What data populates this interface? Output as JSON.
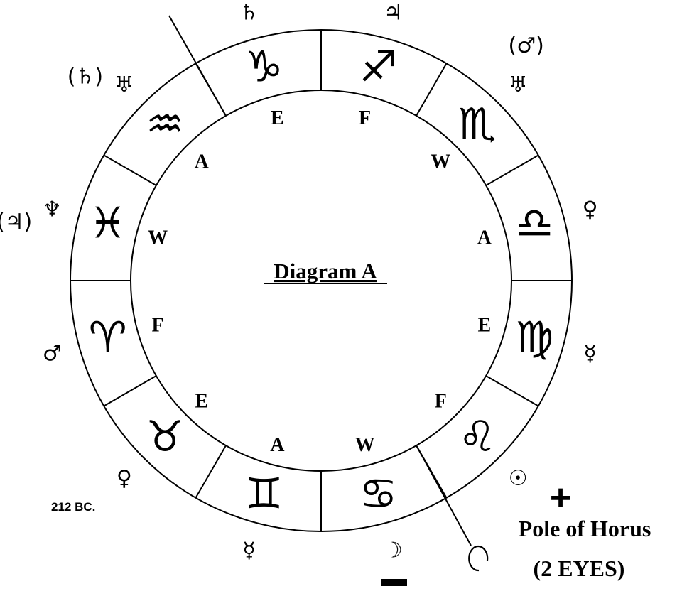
{
  "title": "Diagram A",
  "date_label": "212 BC.",
  "pole_label": "Pole of Horus",
  "eyes_label": "(2 EYES)",
  "plus_sign": "+",
  "minus_sign": "−",
  "signs": [
    {
      "name": "capricorn",
      "glyph": "♑",
      "element": "E",
      "ruler": "♄",
      "alt_ruler": ""
    },
    {
      "name": "sagittarius",
      "glyph": "♐",
      "element": "F",
      "ruler": "♃",
      "alt_ruler": ""
    },
    {
      "name": "scorpio",
      "glyph": "♏",
      "element": "W",
      "ruler": "♅",
      "alt_ruler": "(♂)"
    },
    {
      "name": "libra",
      "glyph": "♎",
      "element": "A",
      "ruler": "♀",
      "alt_ruler": ""
    },
    {
      "name": "virgo",
      "glyph": "♍",
      "element": "E",
      "ruler": "☿",
      "alt_ruler": ""
    },
    {
      "name": "leo",
      "glyph": "♌",
      "element": "F",
      "ruler": "☉",
      "alt_ruler": ""
    },
    {
      "name": "cancer",
      "glyph": "♋",
      "element": "W",
      "ruler": "☽",
      "alt_ruler": ""
    },
    {
      "name": "gemini",
      "glyph": "♊",
      "element": "A",
      "ruler": "☿",
      "alt_ruler": ""
    },
    {
      "name": "taurus",
      "glyph": "♉",
      "element": "E",
      "ruler": "♀",
      "alt_ruler": ""
    },
    {
      "name": "aries",
      "glyph": "♈",
      "element": "F",
      "ruler": "♂",
      "alt_ruler": ""
    },
    {
      "name": "pisces",
      "glyph": "♓",
      "element": "W",
      "ruler": "♆",
      "alt_ruler": "(♃)"
    },
    {
      "name": "aquarius",
      "glyph": "♒",
      "element": "A",
      "ruler": "♅",
      "alt_ruler": "(♄)"
    }
  ]
}
